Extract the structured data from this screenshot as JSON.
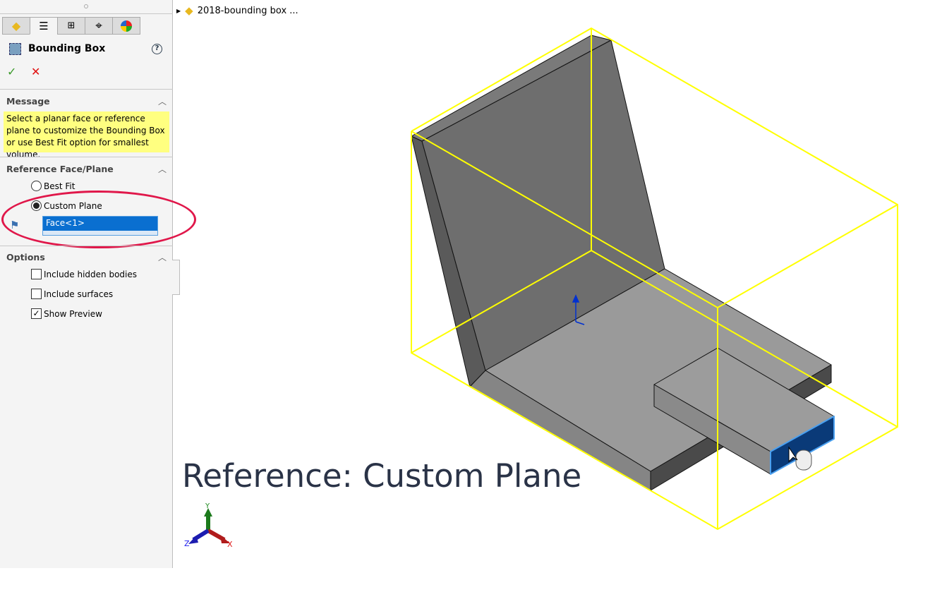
{
  "panel": {
    "tabs": [
      {
        "icon": "part-icon"
      },
      {
        "icon": "property-manager-icon",
        "active": true
      },
      {
        "icon": "configuration-manager-icon"
      },
      {
        "icon": "dimxpert-icon"
      },
      {
        "icon": "display-manager-icon"
      }
    ],
    "title": "Bounding Box",
    "help": "?",
    "ok": "✓",
    "cancel": "✕",
    "message_header": "Message",
    "message_text": "Select a planar face or reference plane to customize the Bounding Box or use Best Fit option for smallest volume.",
    "ref_header": "Reference Face/Plane",
    "best_fit": "Best Fit",
    "custom_plane": "Custom Plane",
    "selection": "Face<1>",
    "options_header": "Options",
    "opt_hidden": "Include hidden bodies",
    "opt_surfaces": "Include surfaces",
    "opt_preview": "Show Preview"
  },
  "tree": {
    "item": "2018-bounding box  ..."
  },
  "caption": "Reference: Custom Plane",
  "triad": {
    "x": "X",
    "y": "Y",
    "z": "Z"
  },
  "colors": {
    "bbox": "#ffff00",
    "highlight": "#e0174a",
    "selected_face": "#0a3a78"
  }
}
